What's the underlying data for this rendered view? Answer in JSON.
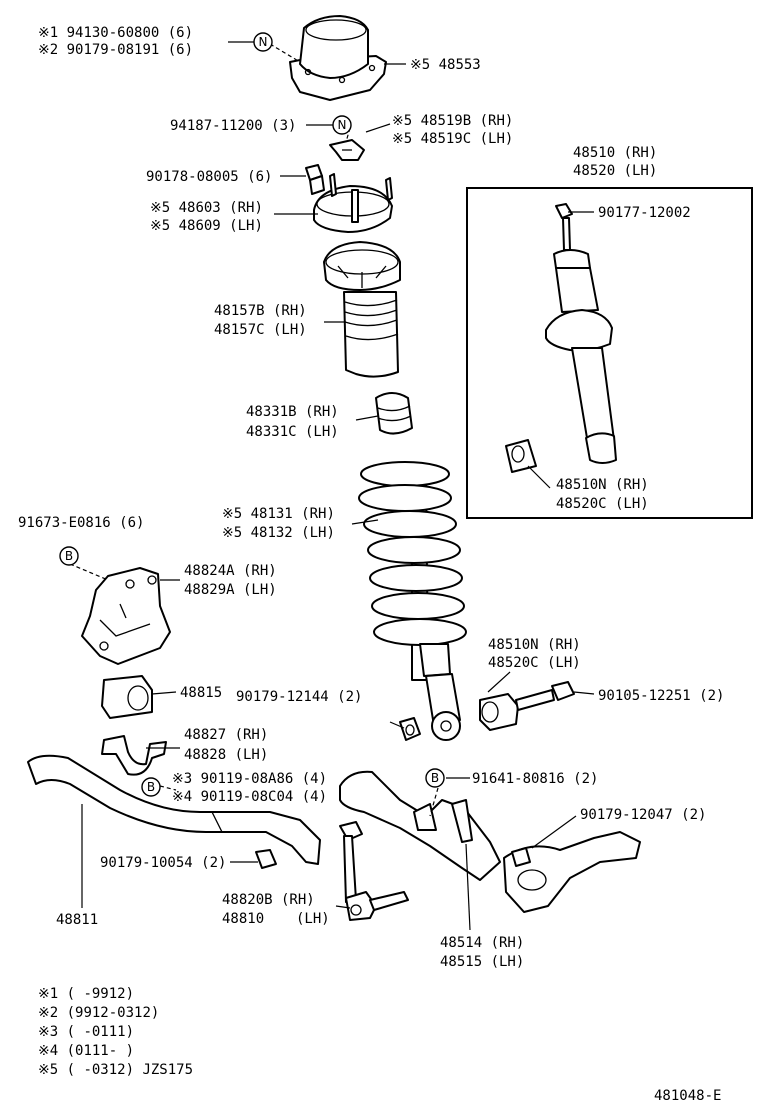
{
  "diagram_id": "481048-E",
  "labels": {
    "l01": "※1 94130-60800 (6)",
    "l02": "※2 90179-08191 (6)",
    "l03": "※5 48553",
    "l04": "94187-11200 (3)",
    "l05": "※5 48519B (RH)",
    "l06": "※5 48519C (LH)",
    "l07": "48510 (RH)",
    "l08": "48520 (LH)",
    "l09": "90178-08005 (6)",
    "l10": "※5 48603 (RH)",
    "l11": "※5 48609 (LH)",
    "l12": "90177-12002",
    "l13": "48157B (RH)",
    "l14": "48157C (LH)",
    "l15": "48331B (RH)",
    "l16": "48331C (LH)",
    "l17": "48510N (RH)",
    "l18": "48520C (LH)",
    "l19": "※5 48131 (RH)",
    "l20": "※5 48132 (LH)",
    "l21": "91673-E0816 (6)",
    "l22": "48824A (RH)",
    "l23": "48829A (LH)",
    "l24": "48510N (RH)",
    "l25": "48520C (LH)",
    "l26": "90179-12144 (2)",
    "l27": "90105-12251 (2)",
    "l28": "48815",
    "l29": "48827 (RH)",
    "l30": "48828 (LH)",
    "l31": "※3 90119-08A86 (4)",
    "l32": "※4 90119-08C04 (4)",
    "l33": "91641-80816 (2)",
    "l34": "90179-12047 (2)",
    "l35": "90179-10054 (2)",
    "l36": "48820B (RH)",
    "l37": "48810",
    "l38": "(LH)",
    "l39": "48811",
    "l40": "48514 (RH)",
    "l41": "48515 (LH)"
  },
  "markers": {
    "n": "N",
    "b": "B"
  },
  "notes": [
    "※1 (      -9912)",
    "※2 (9912-0312)",
    "※3 (      -0111)",
    "※4 (0111-      )",
    "※5 (      -0312) JZS175"
  ]
}
